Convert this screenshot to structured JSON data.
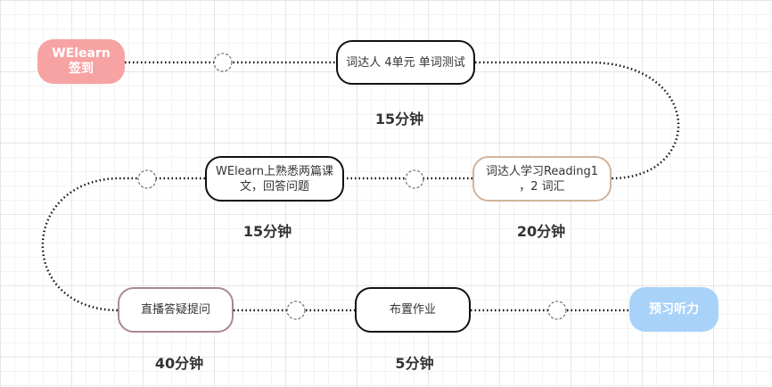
{
  "nodes": {
    "start": "WElearn\n签到",
    "vocab_test": "词达人 4单元 单词测试",
    "reading_vocab": "词达人学习Reading1\n，2 词汇",
    "welearn_texts": "WElearn上熟悉两篇课\n文，回答问题",
    "live_qa": "直播答疑提问",
    "homework": "布置作业",
    "end": "预习听力"
  },
  "durations": {
    "vocab_test": "15分钟",
    "reading_vocab": "20分钟",
    "welearn_texts": "15分钟",
    "live_qa": "40分钟",
    "homework": "5分钟"
  },
  "colors": {
    "start": "#f7a3a3",
    "end": "#a8d2f8"
  }
}
